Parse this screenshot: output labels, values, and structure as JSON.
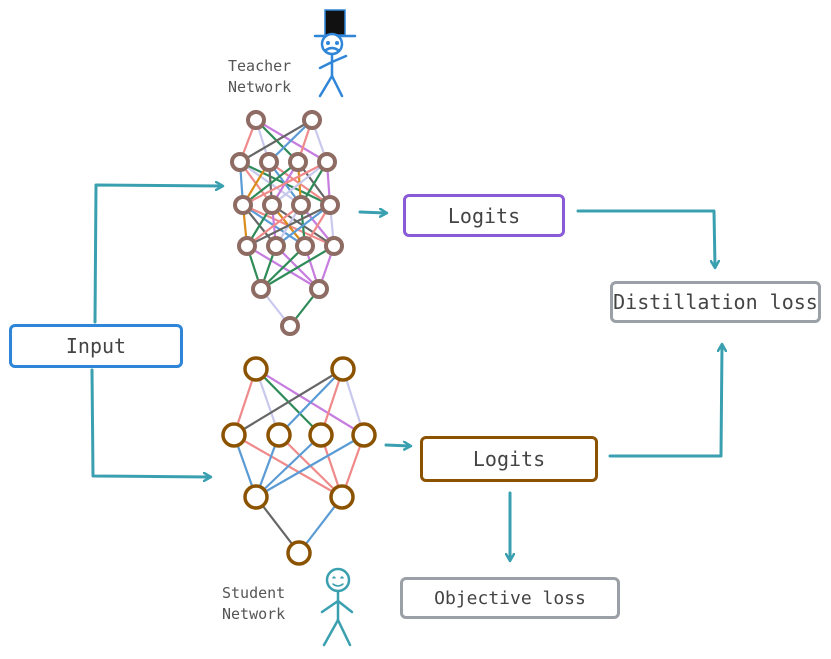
{
  "teacher": {
    "title_line1": "Teacher",
    "title_line2": "Network",
    "logits_label": "Logits",
    "logits_color": "#8a5bd6"
  },
  "student": {
    "title_line1": "Student",
    "title_line2": "Network",
    "logits_label": "Logits",
    "logits_color": "#8b5200"
  },
  "input": {
    "label": "Input",
    "color": "#2f86d8"
  },
  "distillation_loss": {
    "label": "Distillation loss",
    "color": "#9aa0a6"
  },
  "objective_loss": {
    "label": "Objective loss",
    "color": "#9aa0a6"
  },
  "colors": {
    "arrow": "#3aa0b0",
    "teacher_node_stroke": "#8e6c63",
    "student_node_stroke": "#8b5200",
    "teacher_icon": "#2f86d8",
    "student_icon": "#3aa0b0",
    "edge_palette": [
      "#f08a8a",
      "#2e8b57",
      "#d98c1a",
      "#5b9bd5",
      "#c9c9ee",
      "#c77de0",
      "#666666"
    ]
  },
  "icons": [
    "teacher-stick-figure-icon",
    "student-stick-figure-icon"
  ]
}
